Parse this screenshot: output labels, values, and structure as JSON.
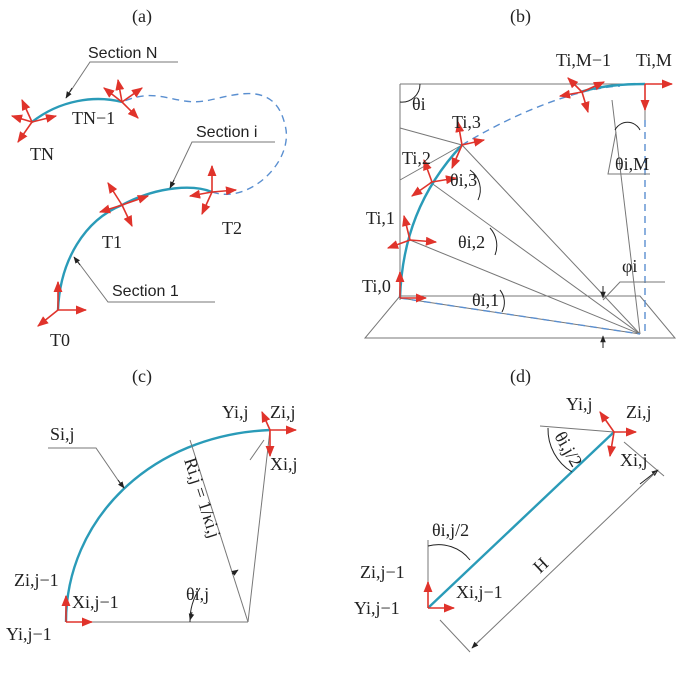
{
  "panels": {
    "a": {
      "label": "(a)"
    },
    "b": {
      "label": "(b)"
    },
    "c": {
      "label": "(c)"
    },
    "d": {
      "label": "(d)"
    }
  },
  "a": {
    "section_n": "Section N",
    "section_i": "Section i",
    "section_1": "Section 1",
    "t_n_minus_1": "TN−1",
    "t_n": "TN",
    "t_1": "T1",
    "t_2": "T2",
    "t_0": "T0"
  },
  "b": {
    "t_i_m_minus_1": "Ti,M−1",
    "t_i_m": "Ti,M",
    "theta_i": "θi",
    "t_i_3": "Ti,3",
    "t_i_2": "Ti,2",
    "theta_i_3": "θi,3",
    "theta_i_m": "θi,M",
    "t_i_1": "Ti,1",
    "theta_i_2": "θi,2",
    "phi_i": "φi",
    "t_i_0": "Ti,0",
    "theta_i_1": "θi,1"
  },
  "c": {
    "y_ij": "Yi,j",
    "z_ij": "Zi,j",
    "s_ij": "Si,j",
    "x_ij": "Xi,j",
    "r_ij": "Ri,j = 1/κi,j",
    "theta_ij": "θi,j",
    "z_ij_1": "Zi,j−1",
    "x_ij_1": "Xi,j−1",
    "y_ij_1": "Yi,j−1"
  },
  "d": {
    "y_ij": "Yi,j",
    "z_ij": "Zi,j",
    "theta_half_top": "θi,j/2",
    "x_ij": "Xi,j",
    "theta_half_bottom": "θi,j/2",
    "h": "H",
    "z_ij_1": "Zi,j−1",
    "x_ij_1": "Xi,j−1",
    "y_ij_1": "Yi,j−1"
  },
  "colors": {
    "curve": "#2a9bb8",
    "frame": "#e0332b",
    "dashed": "#5a8fd0"
  }
}
